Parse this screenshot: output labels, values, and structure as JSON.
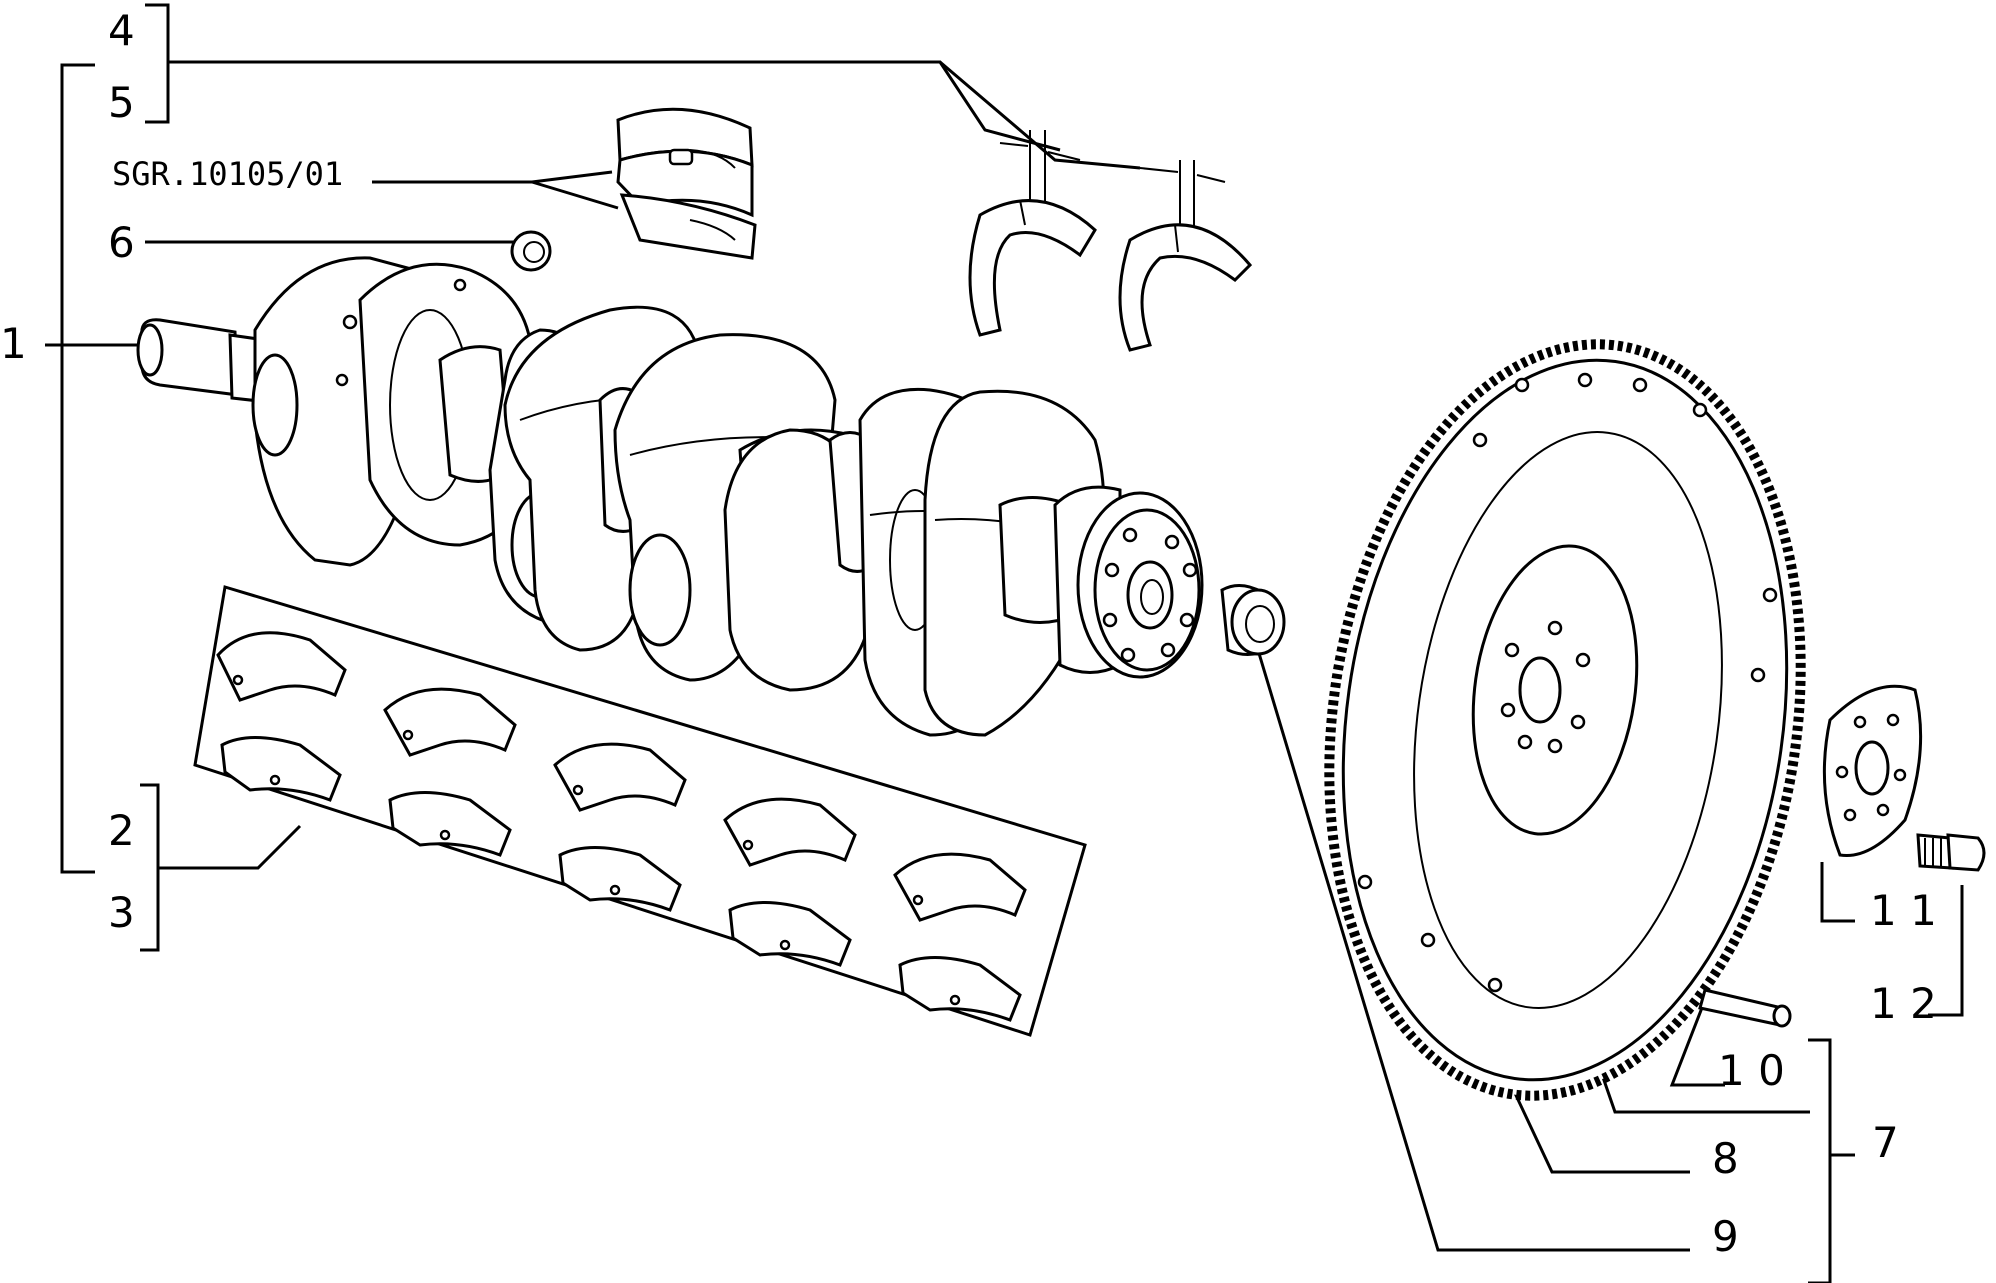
{
  "labels": {
    "l1": "1",
    "l2": "2",
    "l3": "3",
    "l4": "4",
    "l5": "5",
    "l6": "6",
    "l7": "7",
    "l8": "8",
    "l9": "9",
    "l10": "1 0",
    "l11": "1 1",
    "l12": "1 2",
    "code": "SGR.10105/01"
  },
  "colors": {
    "ink": "#000000",
    "paper": "#ffffff"
  }
}
